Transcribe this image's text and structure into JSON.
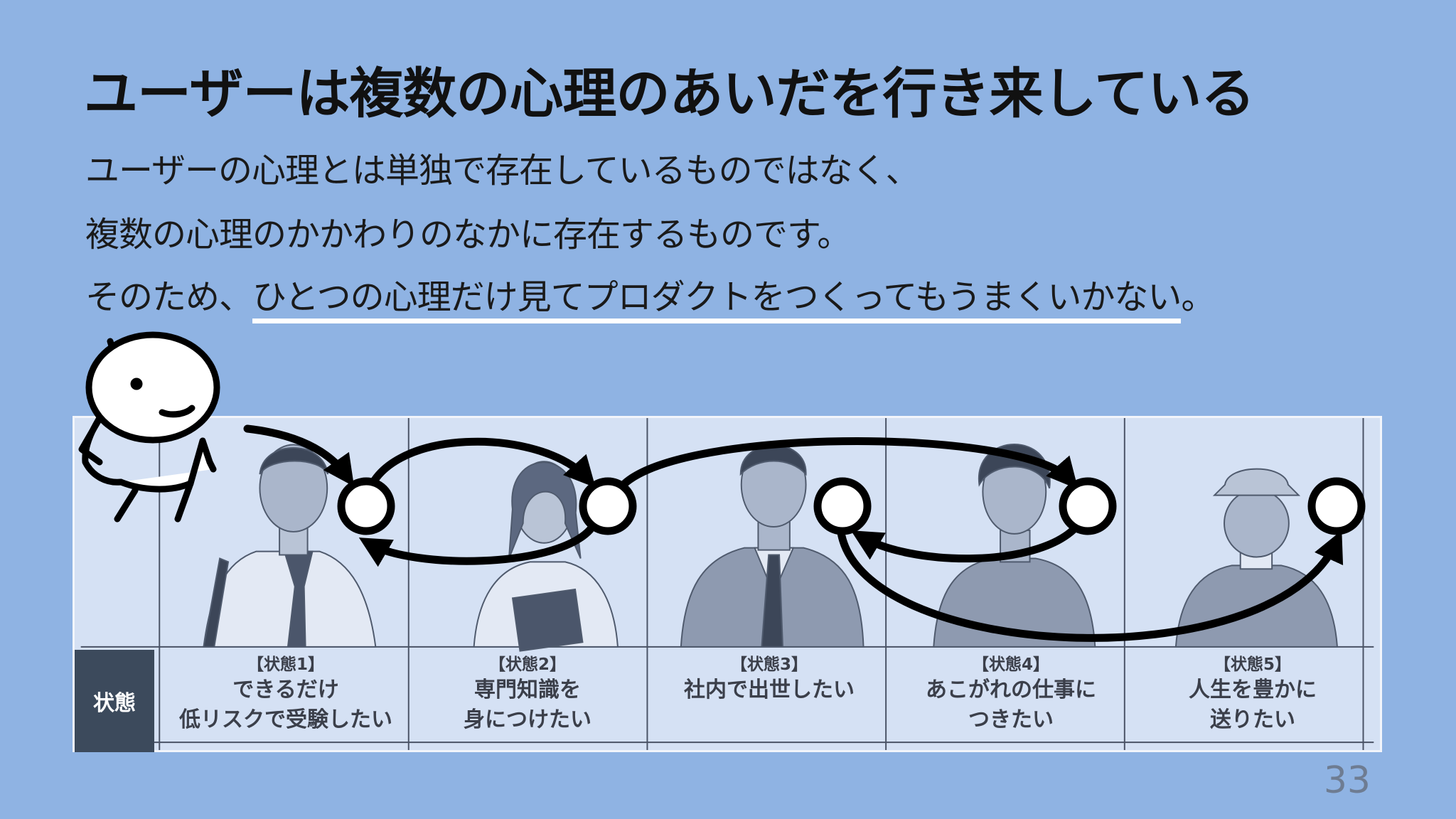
{
  "title": "ユーザーは複数の心理のあいだを行き来している",
  "body": {
    "line1": "ユーザーの心理とは単独で存在しているものではなく、",
    "line2": "複数の心理のかかわりのなかに存在するものです。",
    "line3_prefix": "そのため、",
    "line3_emphasis": "ひとつの心理だけ見てプロダクトをつくってもうまくいかない",
    "line3_suffix": "。"
  },
  "table": {
    "row_label": "状態",
    "states": [
      {
        "tag": "【状態1】",
        "line1": "できるだけ",
        "line2": "低リスクで受験したい",
        "figure": "young-man-with-tie-icon"
      },
      {
        "tag": "【状態2】",
        "line1": "専門知識を",
        "line2": "身につけたい",
        "figure": "woman-holding-books-icon"
      },
      {
        "tag": "【状態3】",
        "line1": "社内で出世したい",
        "line2": "",
        "figure": "businessman-in-suit-icon"
      },
      {
        "tag": "【状態4】",
        "line1": "あこがれの仕事に",
        "line2": "つきたい",
        "figure": "casual-man-icon"
      },
      {
        "tag": "【状態5】",
        "line1": "人生を豊かに",
        "line2": "送りたい",
        "figure": "elderly-man-with-hat-icon"
      }
    ]
  },
  "page_number": "33",
  "colors": {
    "background": "#8fb3e3",
    "panel": "#d5e1f4",
    "figures": "#7d8aa3",
    "label_dark": "#3c4a5c",
    "arrows": "#000000"
  }
}
